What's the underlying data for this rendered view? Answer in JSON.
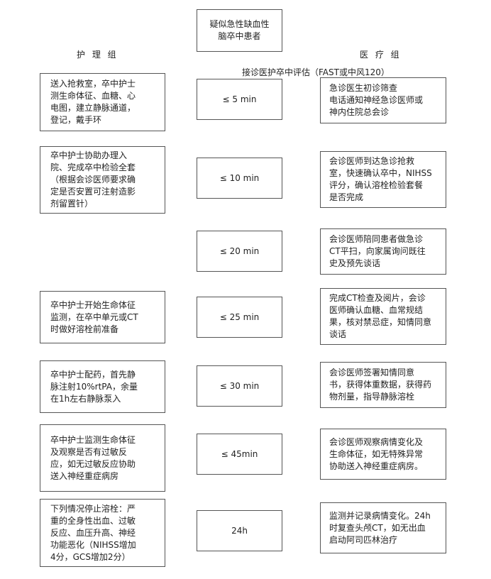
{
  "start": "疑似急性缺血性\n脑卒中患者",
  "headers": {
    "left": "护 理 组",
    "right": "医 疗 组"
  },
  "intake_note": "接诊医护卒中评估（FAST或中风120）",
  "steps": [
    {
      "time": "≤ 5 min",
      "nursing": "送入抢救室，卒中护士\n测生命体征、血糖、心\n电图，建立静脉通道，\n登记，戴手环",
      "medical": "急诊医生初诊筛查\n电话通知神经急诊医师或\n神内住院总会诊"
    },
    {
      "time": "≤ 10 min",
      "nursing": "卒中护士协助办理入\n院、完成卒中检验全套\n（根据会诊医师要求确\n定是否安置可注射造影\n剂留置针）",
      "medical": "会诊医师到达急诊抢救\n室，快速确认卒中，NIHSS\n评分，确认溶栓检验套餐\n是否完成"
    },
    {
      "time": "≤ 20 min",
      "nursing": "",
      "medical": "会诊医师陪同患者做急诊\nCT平扫，向家属询问既往\n史及预先谈话"
    },
    {
      "time": "≤ 25 min",
      "nursing": "卒中护士开始生命体征\n监测，在卒中单元或CT\n时做好溶栓前准备",
      "medical": "完成CT检查及阅片，会诊\n医师确认血糖、血常规结\n果，核对禁忌症，知情同意\n谈话"
    },
    {
      "time": "≤ 30 min",
      "nursing": "卒中护士配药，首先静\n脉注射10%rtPA，余量\n在1h左右静脉泵入",
      "medical": "会诊医师签署知情同意\n书，获得体重数据，获得药\n物剂量，指导静脉溶栓"
    },
    {
      "time": "≤ 45min",
      "nursing": "卒中护士监测生命体征\n及观察是否有过敏反\n应，如无过敏反应协助\n送入神经重症病房",
      "medical": "会诊医师观察病情变化及\n生命体征，如无特殊异常\n协助送入神经重症病房。"
    },
    {
      "time": "24h",
      "nursing": "下列情况停止溶栓：严\n重的全身性出血、过敏\n反应、血压升高、神经\n功能恶化（NIHSS增加\n4分，GCS增加2分）",
      "medical": "监测并记录病情变化。24h\n时复查头颅CT，如无出血\n启动阿司匹林治疗"
    }
  ],
  "colors": {
    "arrow": "#2e6b3a",
    "border": "#555555"
  }
}
